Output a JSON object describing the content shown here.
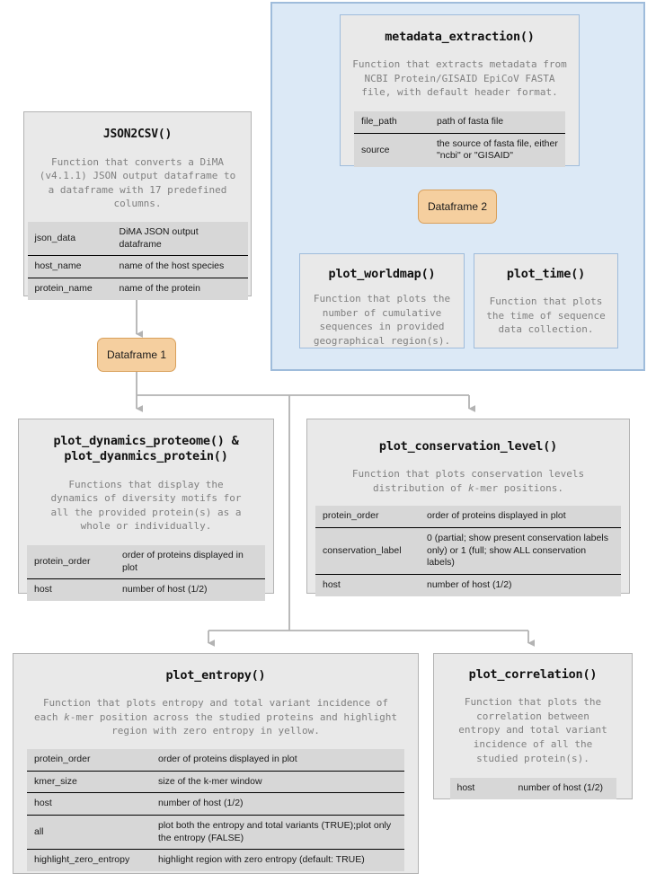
{
  "diagram": {
    "title": "function-flow-diagram",
    "colors": {
      "group_fill": "#dce9f6",
      "group_border": "#9fbcdb",
      "card_fill": "#e9e9e9",
      "card_border": "#b3b3b3",
      "table_fill": "#d7d7d7",
      "pill_fill": "#f5cf9f",
      "pill_border": "#d9a05b",
      "connector": "#b3b3b3",
      "desc_text": "#808080"
    }
  },
  "cards": {
    "json2csv": {
      "title": "JSON2CSV()",
      "desc": "Function that converts a DiMA\n(v4.1.1) JSON output dataframe to\na dataframe with 17 predefined\ncolumns.",
      "params": [
        {
          "name": "json_data",
          "desc": "DiMA JSON output dataframe"
        },
        {
          "name": "host_name",
          "desc": "name of the host species"
        },
        {
          "name": "protein_name",
          "desc": "name of the protein"
        }
      ]
    },
    "metadata_extraction": {
      "title": "metadata_extraction()",
      "desc": "Function that extracts metadata from\nNCBI Protein/GISAID EpiCoV FASTA\nfile, with default header format.",
      "params": [
        {
          "name": "file_path",
          "desc": "path of fasta file"
        },
        {
          "name": "source",
          "desc": "the source of fasta file, either \"ncbi\" or \"GISAID\""
        }
      ]
    },
    "plot_worldmap": {
      "title": "plot_worldmap()",
      "desc": "Function that plots the\nnumber of cumulative\nsequences in provided\ngeographical region(s).",
      "params": []
    },
    "plot_time": {
      "title": "plot_time()",
      "desc": "Function that plots\nthe time of sequence\ndata collection.",
      "params": []
    },
    "plot_dynamics": {
      "title": "plot_dynamics_proteome() &\nplot_dyanmics_protein()",
      "desc": "Functions that display the\ndynamics of diversity motifs for\nall the provided protein(s) as a\nwhole or individually.",
      "params": [
        {
          "name": "protein_order",
          "desc": "order of proteins displayed in plot"
        },
        {
          "name": "host",
          "desc": "number of host (1/2)"
        }
      ]
    },
    "plot_conservation_level": {
      "title": "plot_conservation_level()",
      "desc": "Function that plots conservation levels\ndistribution of k-mer positions.",
      "params": [
        {
          "name": "protein_order",
          "desc": "order of proteins displayed in plot"
        },
        {
          "name": "conservation_label",
          "desc": "0 (partial; show present conservation labels only) or 1 (full; show ALL conservation labels)"
        },
        {
          "name": "host",
          "desc": "number of host (1/2)"
        }
      ]
    },
    "plot_entropy": {
      "title": "plot_entropy()",
      "desc": "Function that plots entropy and total variant incidence of\neach k-mer position across the studied proteins and highlight\nregion with zero entropy in yellow.",
      "params": [
        {
          "name": "protein_order",
          "desc": "order of proteins displayed in plot"
        },
        {
          "name": "kmer_size",
          "desc": "size of the k-mer window"
        },
        {
          "name": "host",
          "desc": "number of host (1/2)"
        },
        {
          "name": "all",
          "desc": "plot both the entropy and total variants (TRUE);plot only the entropy (FALSE)"
        },
        {
          "name": "highlight_zero_entropy",
          "desc": "highlight region with zero entropy (default: TRUE)"
        }
      ]
    },
    "plot_correlation": {
      "title": "plot_correlation()",
      "desc": "Function that plots the\ncorrelation between\nentropy and total variant\nincidence of all the\nstudied protein(s).",
      "params": [
        {
          "name": "host",
          "desc": "number of host (1/2)"
        }
      ]
    }
  },
  "pills": {
    "dataframe1": "Dataframe 1",
    "dataframe2": "Dataframe 2"
  }
}
